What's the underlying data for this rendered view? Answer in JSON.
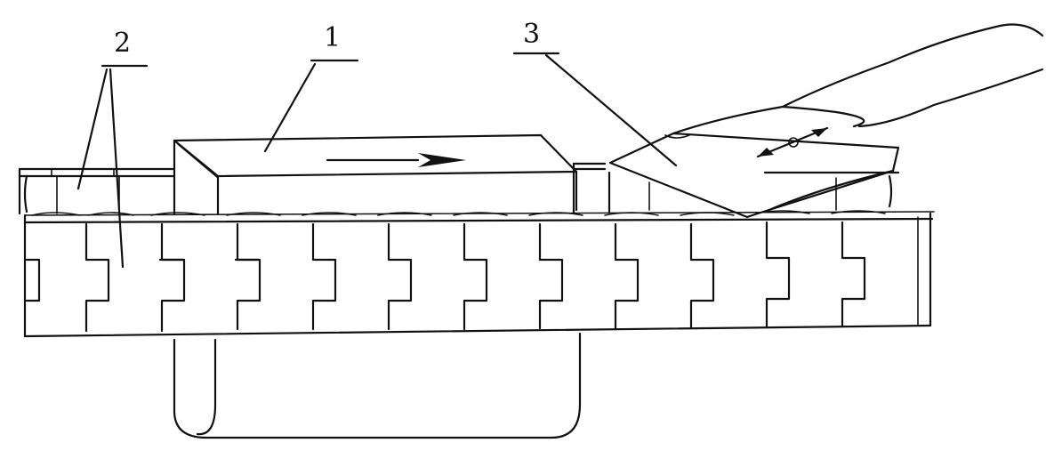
{
  "labels": {
    "conveyor_chain": "2",
    "slab": "1",
    "scraper": "3"
  },
  "colors": {
    "ink": "#111111",
    "paper": "#ffffff"
  }
}
